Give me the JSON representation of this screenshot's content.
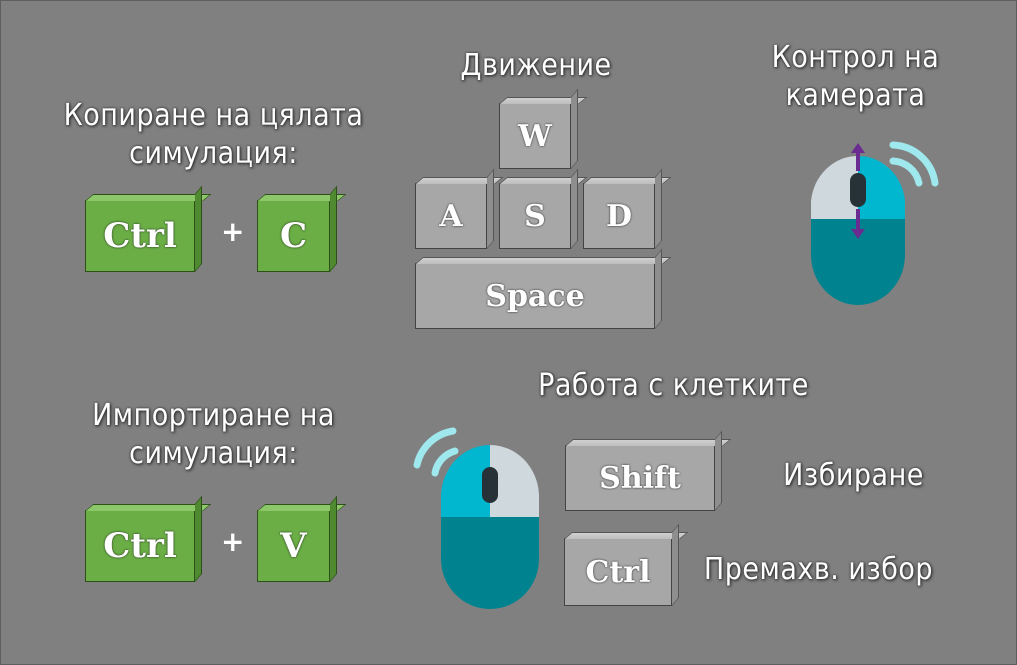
{
  "copy": {
    "label_line1": "Копиране на цялата",
    "label_line2": "симулация:",
    "key1": "Ctrl",
    "plus": "+",
    "key2": "C"
  },
  "import": {
    "label_line1": "Импортиране на",
    "label_line2": "симулация:",
    "key1": "Ctrl",
    "plus": "+",
    "key2": "V"
  },
  "movement": {
    "title": "Движение",
    "keys": [
      "W",
      "A",
      "S",
      "D",
      "Space"
    ]
  },
  "camera": {
    "label_line1": "Контрол на",
    "label_line2": "камерата",
    "icon": "mouse-scroll-icon"
  },
  "cells": {
    "title": "Работа с клетките",
    "select_key": "Shift",
    "select_label": "Избиране",
    "deselect_key": "Ctrl",
    "deselect_label": "Премахв. избор",
    "icon": "mouse-left-click-icon"
  },
  "colors": {
    "background": "#808080",
    "green_key": "#6aae45",
    "gray_key": "#a7a7a7",
    "mouse_teal": "#00838f",
    "mouse_cyan": "#00b7cf",
    "mouse_light": "#cfd8dc",
    "arrow_purple": "#6a2c91"
  }
}
